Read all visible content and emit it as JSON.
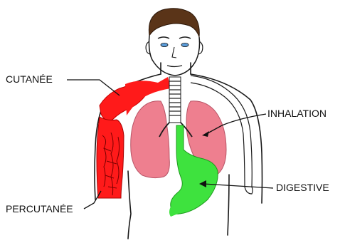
{
  "labels": {
    "cutanee": "CUTANÉE",
    "inhalation": "INHALATION",
    "digestive": "DIGESTIVE",
    "percutanee": "PERCUTANÉE"
  },
  "colors": {
    "skin_route": "#ff1a1a",
    "lungs": "#ee7f8f",
    "stomach": "#3ee23e",
    "outline": "#1a1a1a",
    "hair": "#5a3418",
    "eyes": "#5a9bd8"
  }
}
